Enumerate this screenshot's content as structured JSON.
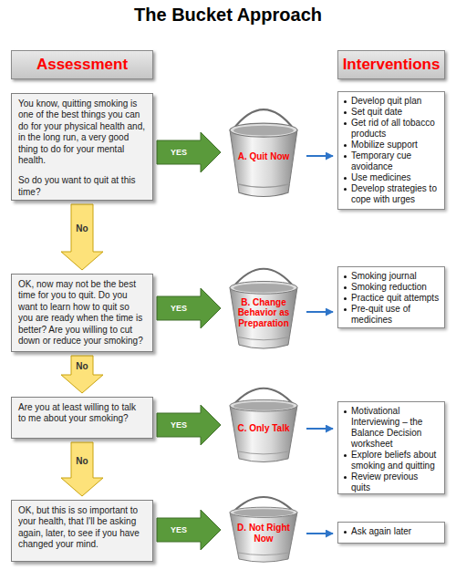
{
  "diagram": {
    "title": "The Bucket Approach",
    "nodes": [
      {
        "text": [
          "Assessment"
        ]
      },
      {
        "text": [
          "Interventions"
        ]
      },
      {
        "text": [
          "You know, quitting smoking is one of the best things you can do for your physical health and, in the long run, a very good thing to do for your mental health.",
          "So do you want to quit at this time?"
        ]
      },
      {
        "text": [
          "A. Quit Now"
        ]
      },
      {
        "text": [
          "Develop quit plan",
          "Set quit date",
          "Get rid of all tobacco products",
          "Mobilize support",
          "Temporary cue avoidance",
          "Use medicines",
          "Develop strategies to cope with urges"
        ]
      },
      {
        "text": [
          "OK, now may not be the best time for you to quit. Do you want to learn how to quit so you are ready when the time is better? Are you willing to cut down or reduce your smoking?"
        ]
      },
      {
        "text": [
          "B. Change Behavior as Preparation"
        ]
      },
      {
        "text": [
          "Smoking journal",
          "Smoking reduction",
          "Practice quit attempts",
          "Pre-quit use of medicines"
        ]
      },
      {
        "text": [
          "Are you at least willing to talk to me about your smoking?"
        ]
      },
      {
        "text": [
          "C. Only Talk"
        ]
      },
      {
        "text": [
          "Motivational Interviewing – the Balance Decision worksheet",
          "Explore beliefs about smoking and quitting",
          "Review previous quits"
        ]
      },
      {
        "text": [
          "OK, but this is so important to your health, that I'll be asking again, later, to see if you have changed your mind."
        ]
      },
      {
        "text": [
          "D. Not Right Now"
        ]
      },
      {
        "text": [
          "Ask again later"
        ]
      }
    ],
    "edges": [
      {
        "from": 2,
        "to": 3,
        "label": "YES",
        "arrow": "to"
      },
      {
        "from": 3,
        "to": 4,
        "arrow": "to"
      },
      {
        "from": 2,
        "to": 5,
        "label": "No",
        "arrow": "to"
      },
      {
        "from": 5,
        "to": 6,
        "label": "YES",
        "arrow": "to"
      },
      {
        "from": 6,
        "to": 7,
        "arrow": "to"
      },
      {
        "from": 5,
        "to": 8,
        "label": "No",
        "arrow": "to"
      },
      {
        "from": 8,
        "to": 9,
        "label": "YES",
        "arrow": "to"
      },
      {
        "from": 9,
        "to": 10,
        "arrow": "to"
      },
      {
        "from": 8,
        "to": 11,
        "label": "No",
        "arrow": "to"
      },
      {
        "from": 11,
        "to": 12,
        "label": "YES",
        "arrow": "to"
      },
      {
        "from": 12,
        "to": 13,
        "arrow": "to"
      }
    ]
  }
}
